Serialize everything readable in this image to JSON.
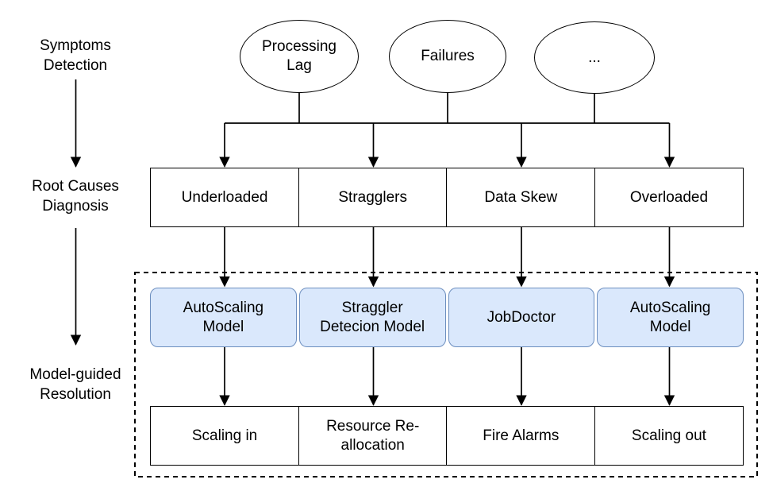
{
  "stages": {
    "detection": "Symptoms\nDetection",
    "diagnosis": "Root Causes\nDiagnosis",
    "resolution": "Model-guided\nResolution"
  },
  "symptoms": {
    "items": [
      "Processing\nLag",
      "Failures",
      "..."
    ]
  },
  "root_causes": {
    "items": [
      "Underloaded",
      "Stragglers",
      "Data Skew",
      "Overloaded"
    ]
  },
  "models": {
    "items": [
      "AutoScaling\nModel",
      "Straggler\nDetecion Model",
      "JobDoctor",
      "AutoScaling\nModel"
    ]
  },
  "resolutions": {
    "items": [
      "Scaling in",
      "Resource Re-\nallocation",
      "Fire Alarms",
      "Scaling out"
    ]
  },
  "colors": {
    "background": "#ffffff",
    "line": "#000000",
    "model_fill": "#dae8fc",
    "model_border": "#6c8ebf"
  }
}
